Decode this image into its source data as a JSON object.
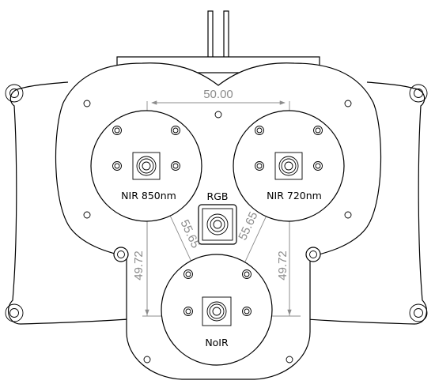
{
  "dimensions": {
    "horizontal_spacing": "50.00",
    "diagonal_left": "55.65",
    "diagonal_right": "55.65",
    "vertical_left": "49.72",
    "vertical_right": "49.72"
  },
  "cameras": {
    "left": "NIR 850nm",
    "right": "NIR 720nm",
    "center": "RGB",
    "bottom": "NoIR"
  },
  "colors": {
    "outline": "#000000",
    "dimension": "#8c8c8c"
  }
}
